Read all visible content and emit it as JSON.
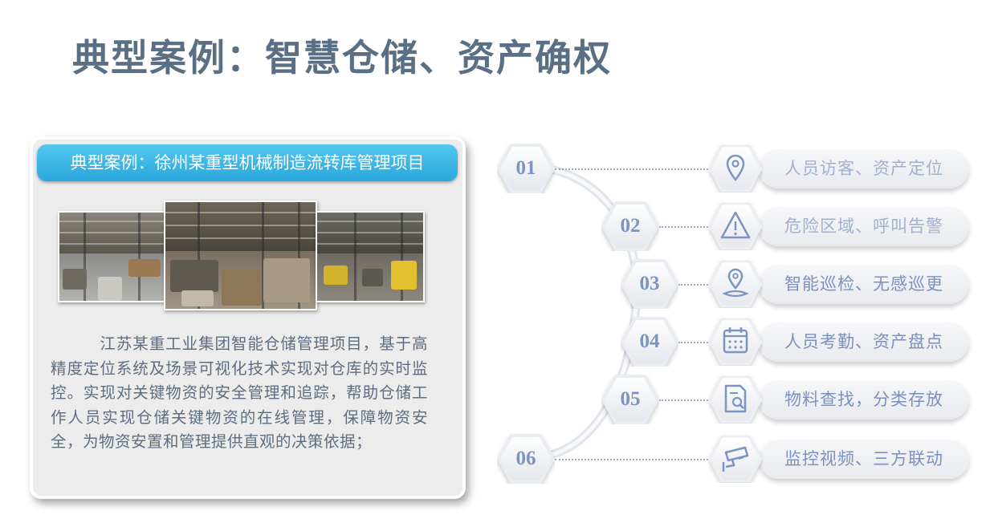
{
  "page": {
    "title": "典型案例：智慧仓储、资产确权"
  },
  "case": {
    "header": "典型案例：徐州某重型机械制造流转库管理项目",
    "description": "　　　江苏某重工业集团智能仓储管理项目，基于高精度定位系统及场景可视化技术实现对仓库的实时监控。实现对关键物资的安全管理和追踪，帮助仓储工作人员实现仓储关键物资的在线管理，保障物资安全，为物资安置和管理提供直观的决策依据；",
    "photos": [
      "warehouse-photo",
      "warehouse-photo",
      "warehouse-photo"
    ]
  },
  "features": [
    {
      "number": "01",
      "label": "人员访客、资产定位",
      "icon": "location-pin-icon"
    },
    {
      "number": "02",
      "label": "危险区域、呼叫告警",
      "icon": "warning-triangle-icon"
    },
    {
      "number": "03",
      "label": "智能巡检、无感巡更",
      "icon": "patrol-pin-icon"
    },
    {
      "number": "04",
      "label": "人员考勤、资产盘点",
      "icon": "calendar-icon"
    },
    {
      "number": "05",
      "label": "物料查找，分类存放",
      "icon": "document-search-icon"
    },
    {
      "number": "06",
      "label": "监控视频、三方联动",
      "icon": "cctv-camera-icon"
    }
  ],
  "colors": {
    "accent": "#2aa7dc",
    "title": "#5a6e84",
    "feature_text": "#7a91c0"
  }
}
